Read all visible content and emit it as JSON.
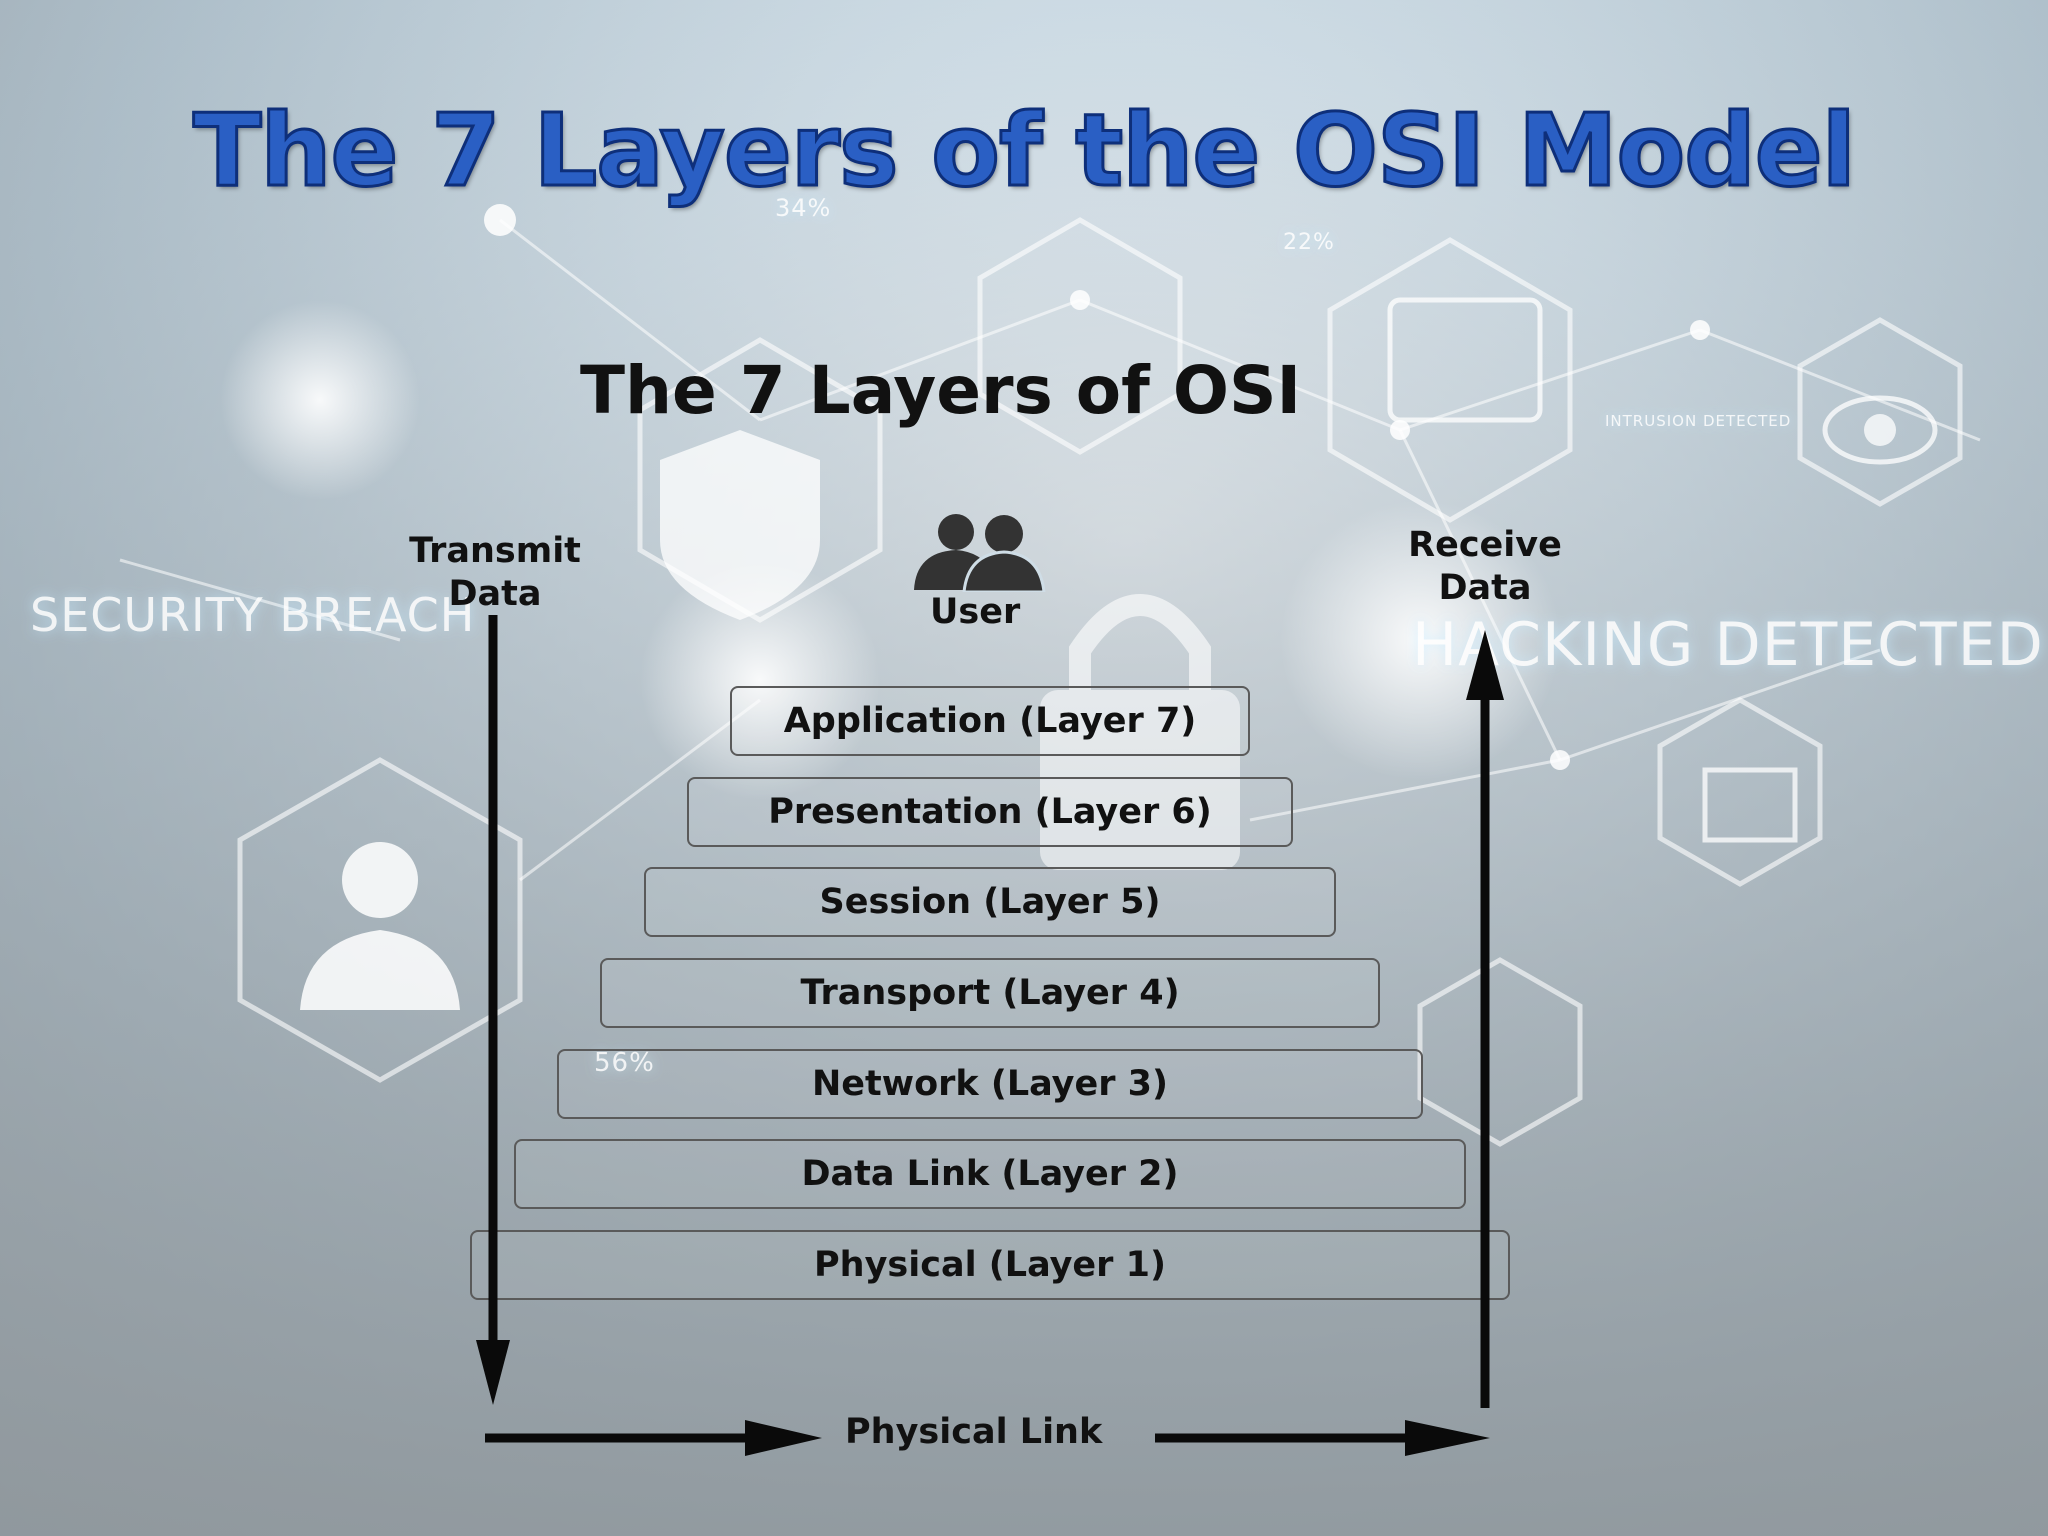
{
  "slide": {
    "title": "The 7 Layers of the OSI Model"
  },
  "background": {
    "label_left": "SECURITY BREACH",
    "label_right": "HACKING DETECTED",
    "label_small": "INTRUSION DETECTED",
    "badge_a": "34%",
    "badge_b": "22%",
    "badge_c": "56%"
  },
  "diagram": {
    "title": "The 7 Layers of OSI",
    "transmit_label_line1": "Transmit",
    "transmit_label_line2": "Data",
    "receive_label_line1": "Receive",
    "receive_label_line2": "Data",
    "user_label": "User",
    "physical_link_label": "Physical Link",
    "layers": [
      {
        "label": "Application (Layer 7)"
      },
      {
        "label": "Presentation (Layer 6)"
      },
      {
        "label": "Session (Layer 5)"
      },
      {
        "label": "Transport (Layer 4)"
      },
      {
        "label": "Network (Layer 3)"
      },
      {
        "label": "Data Link (Layer 2)"
      },
      {
        "label": "Physical (Layer 1)"
      }
    ]
  },
  "colors": {
    "title_fill": "#2a5fc4",
    "title_stroke": "#0e2f7a",
    "text": "#111111",
    "arrow": "#0a0a0a"
  }
}
